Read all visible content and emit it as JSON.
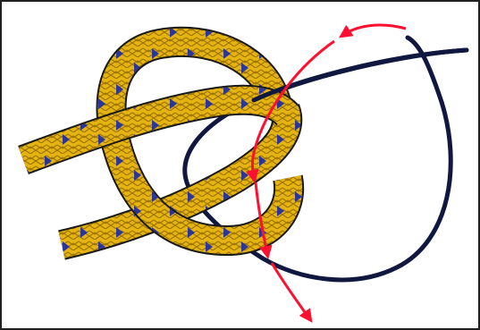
{
  "diagram": {
    "kind": "knot-tying illustration",
    "colors": {
      "rope_fill": "#e6b410",
      "rope_pattern": "#7a5500",
      "rope_accent": "#1a2aa8",
      "line": "#101840",
      "arrow": "#ff1030",
      "frame": "#202020"
    },
    "elements": {
      "rope": {
        "icon": "braided-rope"
      },
      "working_line": {
        "icon": "dark-line-loop"
      },
      "direction_arrows": {
        "icon": "red-arrow"
      }
    }
  }
}
